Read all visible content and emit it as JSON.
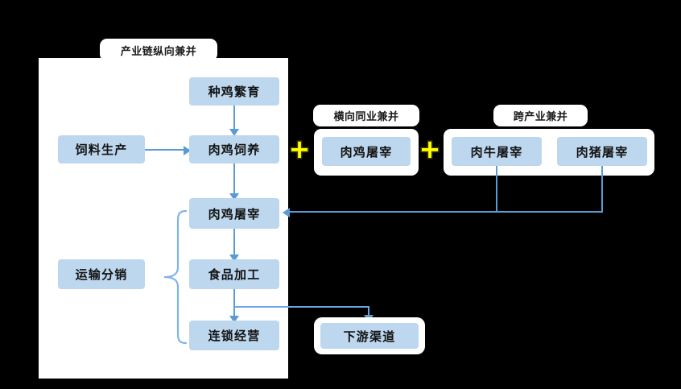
{
  "diagram": {
    "title_groups": {
      "vertical": "产业链纵向兼并",
      "horizontal": "横向同业兼并",
      "cross_industry": "跨产业兼并"
    },
    "operators": {
      "plus1": "+",
      "plus2": "+"
    },
    "vertical_chain": {
      "feed": "饲料生产",
      "breeding": "种鸡繁育",
      "raising": "肉鸡饲养",
      "slaughter": "肉鸡屠宰",
      "food_processing": "食品加工",
      "chain_operation": "连锁经营",
      "distribution": "运输分销"
    },
    "horizontal_group": {
      "chicken_slaughter": "肉鸡屠宰"
    },
    "cross_industry_group": {
      "beef_slaughter": "肉牛屠宰",
      "pork_slaughter": "肉猪屠宰"
    },
    "downstream": {
      "channel": "下游渠道"
    },
    "colors": {
      "background": "#000000",
      "node_fill": "#bdd7ee",
      "connector": "#5b9bd5",
      "plate": "#ffffff",
      "plus": "#ffff00",
      "text": "#121212"
    }
  }
}
